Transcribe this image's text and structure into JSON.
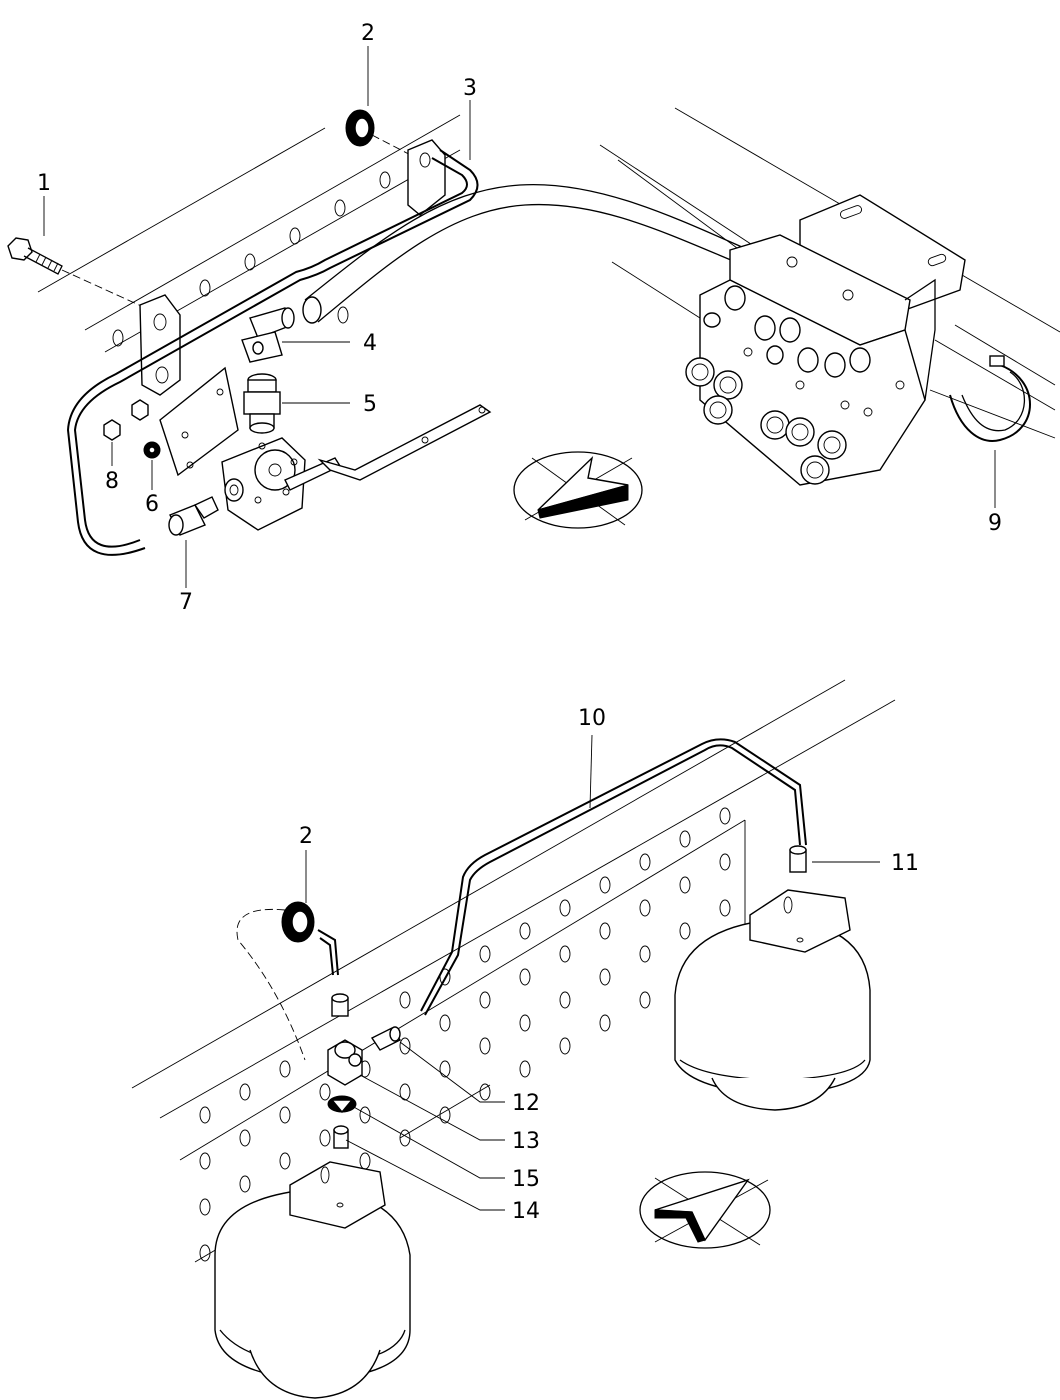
{
  "diagram": {
    "callouts": [
      {
        "id": "c1",
        "label": "1"
      },
      {
        "id": "c2a",
        "label": "2"
      },
      {
        "id": "c3",
        "label": "3"
      },
      {
        "id": "c4",
        "label": "4"
      },
      {
        "id": "c5",
        "label": "5"
      },
      {
        "id": "c6",
        "label": "6"
      },
      {
        "id": "c7",
        "label": "7"
      },
      {
        "id": "c8",
        "label": "8"
      },
      {
        "id": "c9",
        "label": "9"
      },
      {
        "id": "c10",
        "label": "10"
      },
      {
        "id": "c2b",
        "label": "2"
      },
      {
        "id": "c11",
        "label": "11"
      },
      {
        "id": "c12",
        "label": "12"
      },
      {
        "id": "c13",
        "label": "13"
      },
      {
        "id": "c15",
        "label": "15"
      },
      {
        "id": "c14",
        "label": "14"
      }
    ],
    "direction_icon": "arrow-direction-icon"
  }
}
